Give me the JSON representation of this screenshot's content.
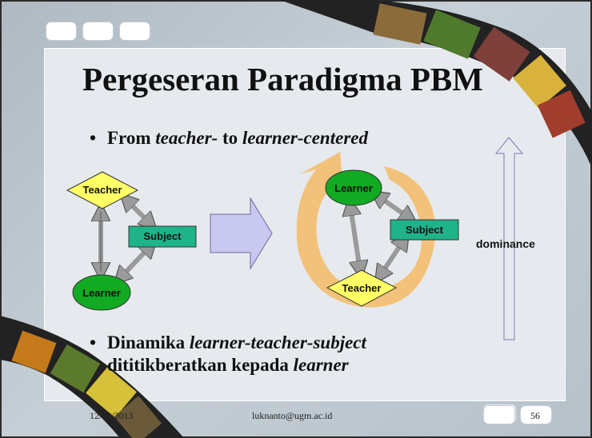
{
  "slide": {
    "title": "Pergeseran Paradigma PBM",
    "bullet1": {
      "prefix": "From ",
      "teacher": "teacher-",
      "mid": " to ",
      "learner": "learner-centered"
    },
    "bullet2": {
      "prefix": "Dinamika ",
      "italic1": "learner-teacher-subject",
      "line2_prefix": "dititikberatkan kepada ",
      "italic2": "learner"
    },
    "bullet_symbol": "•"
  },
  "diagram_left": {
    "teacher": "Teacher",
    "subject": "Subject",
    "learner": "Learner"
  },
  "diagram_right": {
    "learner": "Learner",
    "subject": "Subject",
    "teacher": "Teacher"
  },
  "dominance_label": "dominance",
  "footer": {
    "date": "12/19/2013",
    "email": "luknanto@ugm.ac.id",
    "page": "56"
  },
  "colors": {
    "teacher_fill": "#ffff66",
    "learner_fill": "#11aa22",
    "subject_fill": "#1fb38a",
    "arrow_fill": "#c8c8f0",
    "cycle_fill": "#f2c27a"
  }
}
